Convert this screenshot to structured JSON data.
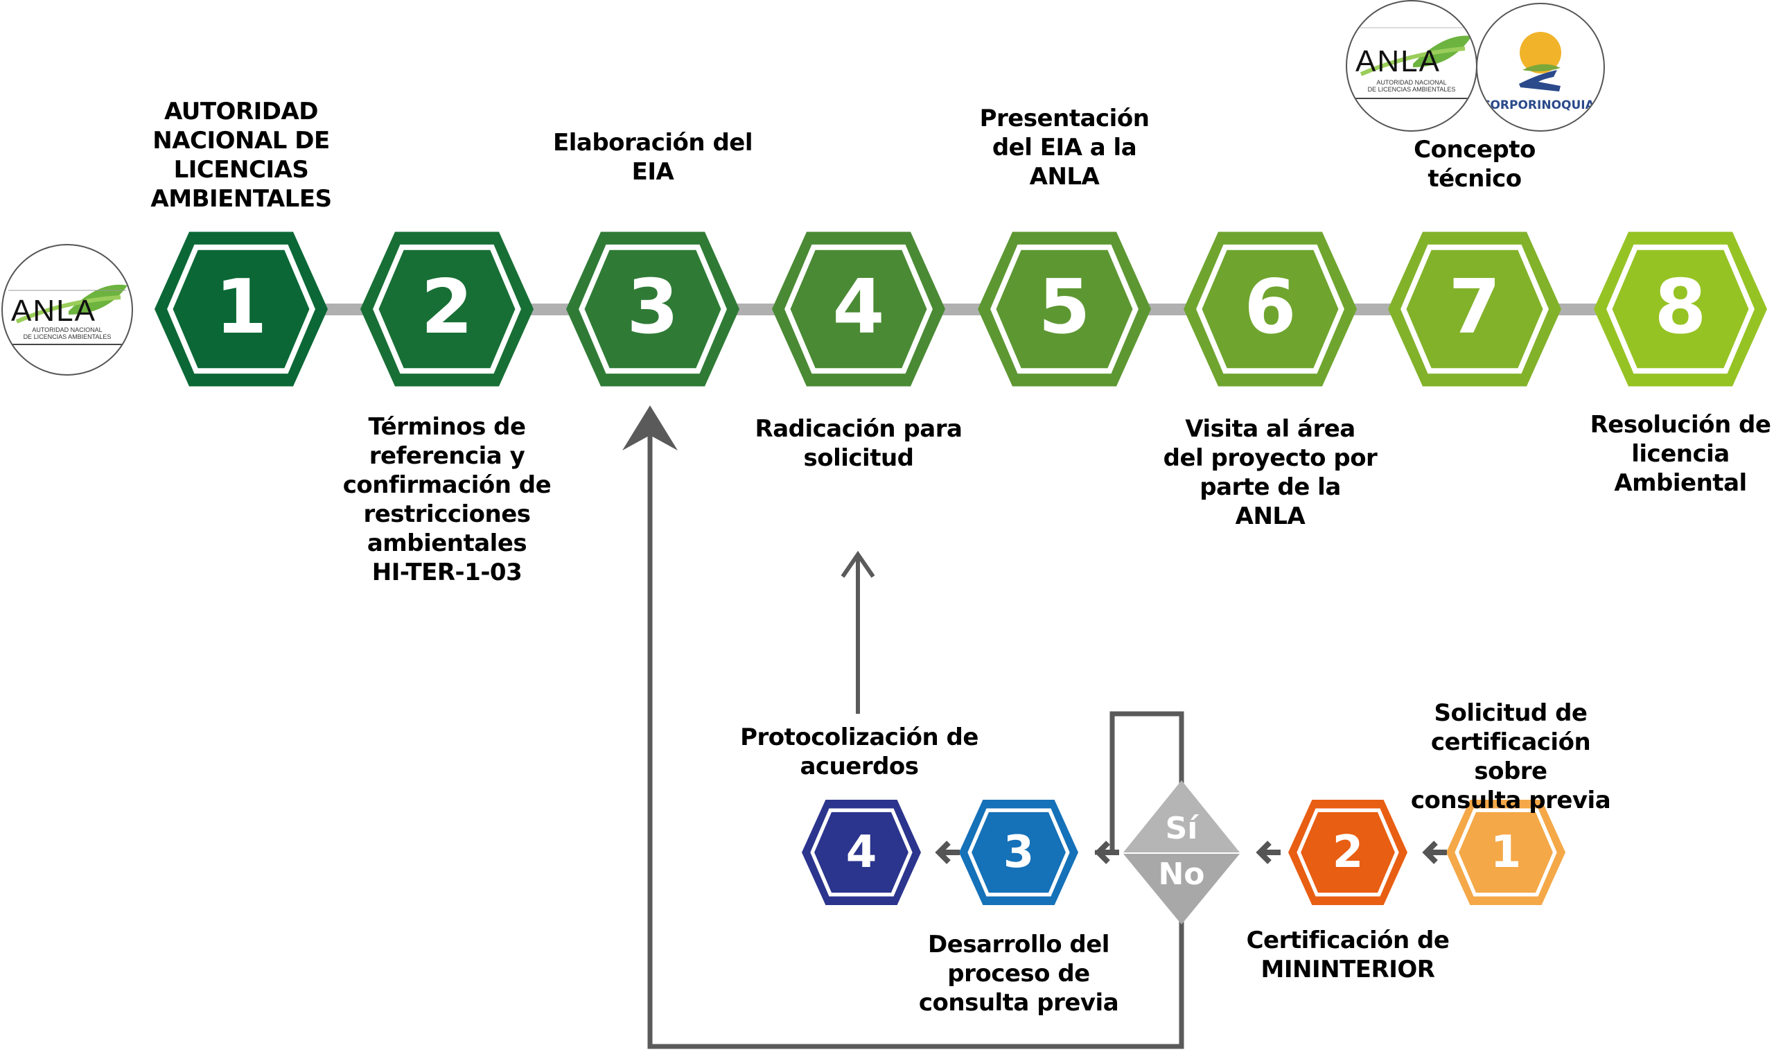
{
  "logos": {
    "anla_left": {
      "word": "ANLA",
      "subtitle": "AUTORIDAD NACIONAL\nDE LICENCIAS AMBIENTALES"
    },
    "anla_top": {
      "word": "ANLA",
      "subtitle": "AUTORIDAD NACIONAL\nDE LICENCIAS AMBIENTALES"
    },
    "corporinoquia": {
      "word": "CORPORINOQUIA"
    }
  },
  "main_flow": {
    "connector_color": "#b0b0b0",
    "steps": [
      {
        "number": "1",
        "color": "#0b6836",
        "label": "AUTORIDAD\nNACIONAL DE\nLICENCIAS\nAMBIENTALES",
        "label_position": "above"
      },
      {
        "number": "2",
        "color": "#186f35",
        "label": "Términos de\nreferencia y\nconfirmación de\nrestricciones\nambientales\nHI-TER-1-03",
        "label_position": "below"
      },
      {
        "number": "3",
        "color": "#2f7b36",
        "label": "Elaboración del\nEIA",
        "label_position": "above"
      },
      {
        "number": "4",
        "color": "#4a8a34",
        "label": "Radicación para\nsolicitud",
        "label_position": "below"
      },
      {
        "number": "5",
        "color": "#5d9732",
        "label": "Presentación\ndel EIA a la\nANLA",
        "label_position": "above"
      },
      {
        "number": "6",
        "color": "#6fa52e",
        "label": "Visita al área\ndel proyecto por\nparte de la\nANLA",
        "label_position": "below"
      },
      {
        "number": "7",
        "color": "#82b22a",
        "label": "Concepto\ntécnico",
        "label_position": "above"
      },
      {
        "number": "8",
        "color": "#96c324",
        "label": "Resolución de\nlicencia\nAmbiental",
        "label_position": "below"
      }
    ]
  },
  "consulta_flow": {
    "arrow_color": "#555555",
    "steps": [
      {
        "number": "1",
        "color": "#f4a847",
        "label": "Solicitud de\ncertificación sobre\nconsulta previa"
      },
      {
        "number": "2",
        "color": "#e85e12",
        "label": "Certificación de\nMININTERIOR"
      },
      {
        "number": "3",
        "color": "#1571b8",
        "label": "Desarrollo del\nproceso de\nconsulta previa"
      },
      {
        "number": "4",
        "color": "#2b358d",
        "label": "Protocolización de\nacuerdos"
      }
    ],
    "decision": {
      "yes": "Sí",
      "no": "No",
      "color_top": "#b5b5b5",
      "color_bottom": "#a8a8a8"
    }
  }
}
